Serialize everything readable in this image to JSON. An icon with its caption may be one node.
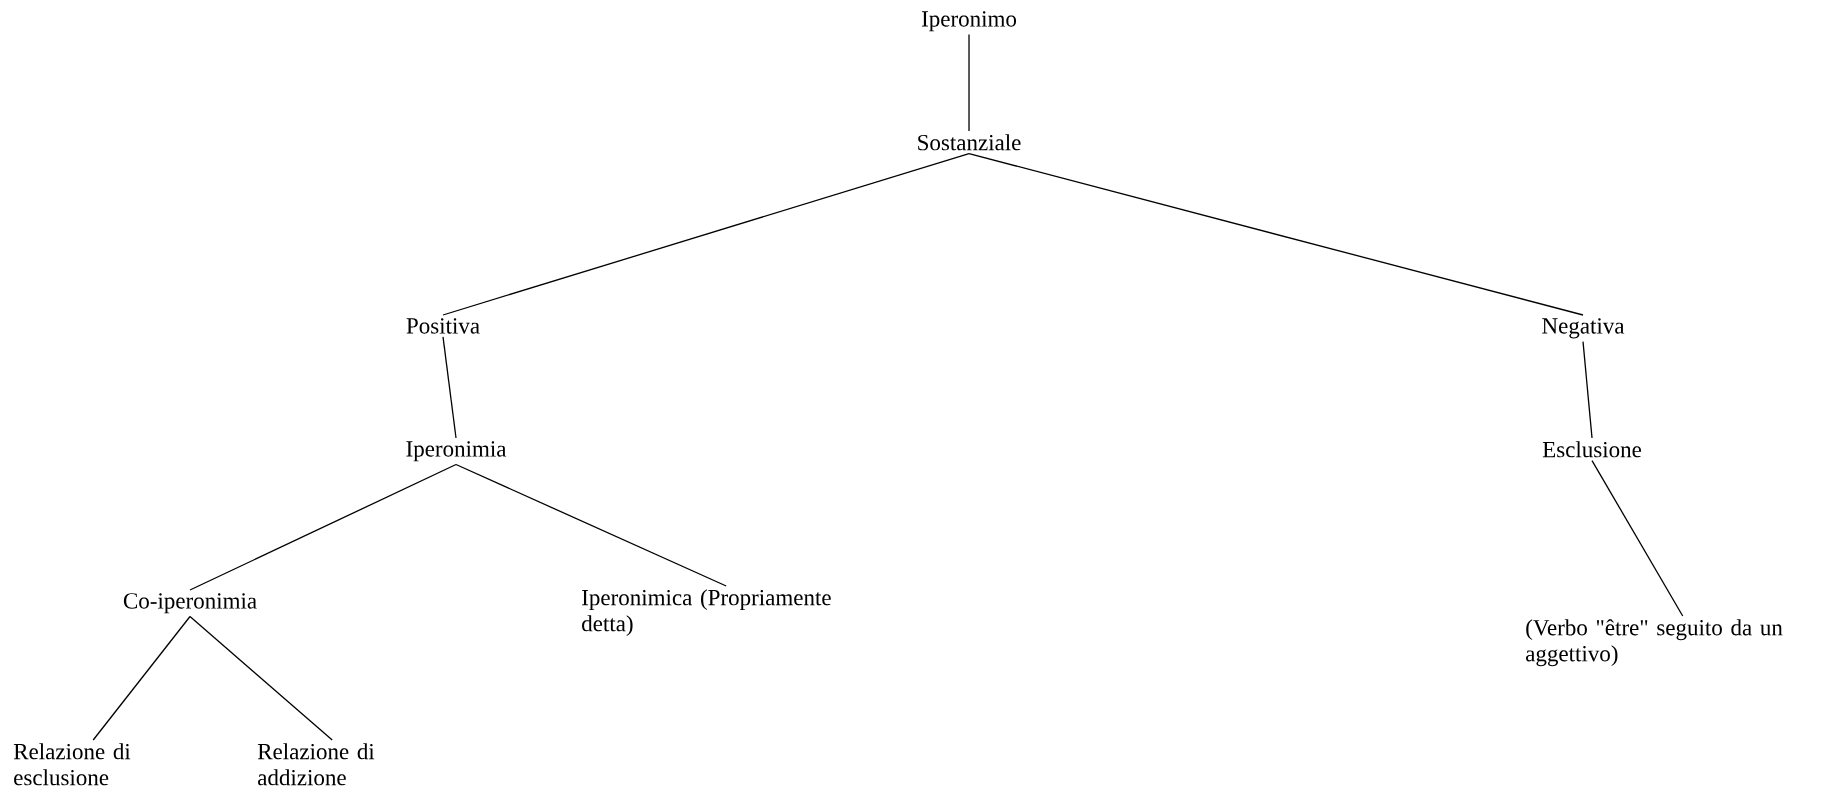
{
  "diagram": {
    "nodes": [
      {
        "text": [
          "Iperonimo"
        ]
      },
      {
        "text": [
          "Sostanziale"
        ]
      },
      {
        "text": [
          "Positiva"
        ]
      },
      {
        "text": [
          "Negativa"
        ]
      },
      {
        "text": [
          "Iperonimia"
        ]
      },
      {
        "text": [
          "Esclusione"
        ]
      },
      {
        "text": [
          "Co-iperonimia"
        ]
      },
      {
        "text": [
          "Iperonimica (Propriamente detta)"
        ]
      },
      {
        "text": [
          "(Verbo \"être\" seguito da un aggettivo)"
        ]
      },
      {
        "text": [
          "Relazione di esclusione"
        ]
      },
      {
        "text": [
          "Relazione di addizione"
        ]
      }
    ],
    "edges": [
      {
        "from": 0,
        "to": 1,
        "arrow": "none"
      },
      {
        "from": 1,
        "to": 2,
        "arrow": "none"
      },
      {
        "from": 1,
        "to": 3,
        "arrow": "none"
      },
      {
        "from": 2,
        "to": 4,
        "arrow": "none"
      },
      {
        "from": 3,
        "to": 5,
        "arrow": "none"
      },
      {
        "from": 4,
        "to": 6,
        "arrow": "none"
      },
      {
        "from": 4,
        "to": 7,
        "arrow": "none"
      },
      {
        "from": 5,
        "to": 8,
        "arrow": "none"
      },
      {
        "from": 6,
        "to": 9,
        "arrow": "none"
      },
      {
        "from": 6,
        "to": 10,
        "arrow": "none"
      }
    ]
  }
}
